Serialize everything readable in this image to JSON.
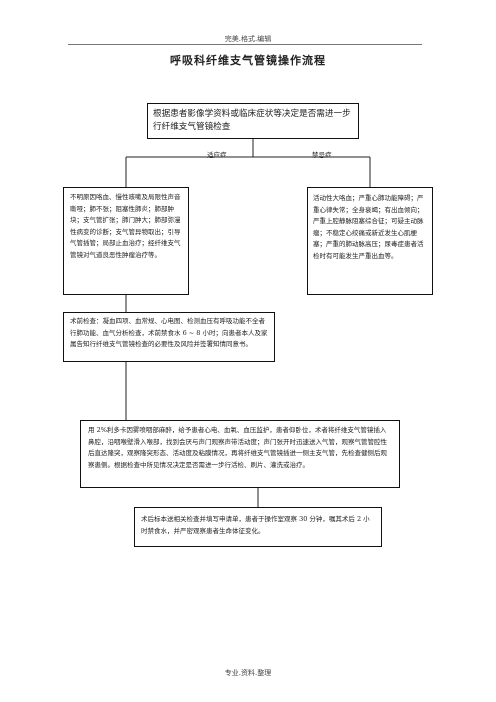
{
  "header": {
    "top_text": "完美.格式.编辑",
    "title": "呼吸科纤维支气管镜操作流程",
    "footer_text": "专业.资料.整理"
  },
  "flow": {
    "decision": "根据患者影像学资料或临床症状等决定是否需进一步行纤维支气管镜检查",
    "indication_label": "适应症",
    "contraindication_label": "禁忌症",
    "indications": "不明原因咯血、慢性咳嗽及局限性声音嘶哑；肺不张；阻塞性肺炎；肺部肿块；支气管扩张；肺门肿大；肺部弥漫性病变的诊断；支气管异物取出；引导气管插管；局部止血治疗；经纤维支气管镜对气道良恶性肿瘤治疗等。",
    "contraindications": "活动性大咯血；严重心肺功能障碍；严重心律失常；全身衰竭；有出血倾向；严重上腔静脉阻塞综合征；可疑主动脉瘤；不稳定心绞痛或新近发生心肌梗塞；严重的肺动脉高压；尿毒症患者活检时有可能发生严重出血等。",
    "pre_exam": "术前检查：凝血四项、血常规、心电图、检测血压有呼吸功能不全者行肺功能、血气分析检查，术前禁食水 6 ~ 8 小时；向患者本人及家属告知行纤维支气管镜检查的必要性及风险并签署知情同意书。",
    "procedure": "用 2%利多卡因雾喷咽部麻醉，给予患者心电、血氧、血压监护，患者仰卧位，术者将纤维支气管镜插入鼻腔，沿咽喉壁滑入喉部，找到会厌与声门观察声带活动度；声门张开时迅速送入气管，观察气管管腔性后直达隆突，观察隆突形态、活动度及粘膜情况，再将纤维支气管镜插进一侧主支气管，先检查健侧后观察患侧。根据检查中所见情况决定是否需进一步行活检、刷片、灌洗或治疗。",
    "post_care": "术后标本送相关检查并填写申请单，患者于操作室观察 30 分钟，嘱其术后 2 小时禁食水，并严密观察患者生命体征变化。"
  }
}
